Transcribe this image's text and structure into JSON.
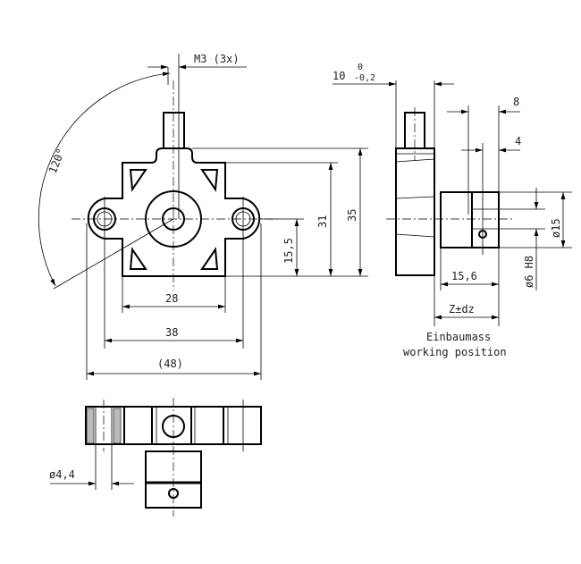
{
  "drawing": {
    "front_view": {
      "thread_label": "M3 (3x)",
      "angle_label": "120°",
      "dim_28": "28",
      "dim_38": "38",
      "dim_48": "(48)",
      "dim_15_5": "15,5",
      "dim_31": "31",
      "dim_35": "35"
    },
    "side_view": {
      "dim_10": "10",
      "tol_upper": "0",
      "tol_lower": "-0,2",
      "dim_8": "8",
      "dim_4": "4",
      "dim_d15": "ø15",
      "dim_d6": "ø6 H8",
      "dim_15_6": "15,6",
      "dim_z": "Z±dz",
      "caption_de": "Einbaumass",
      "caption_en": "working position"
    },
    "bottom_view": {
      "dim_d4_4": "ø4,4"
    }
  }
}
